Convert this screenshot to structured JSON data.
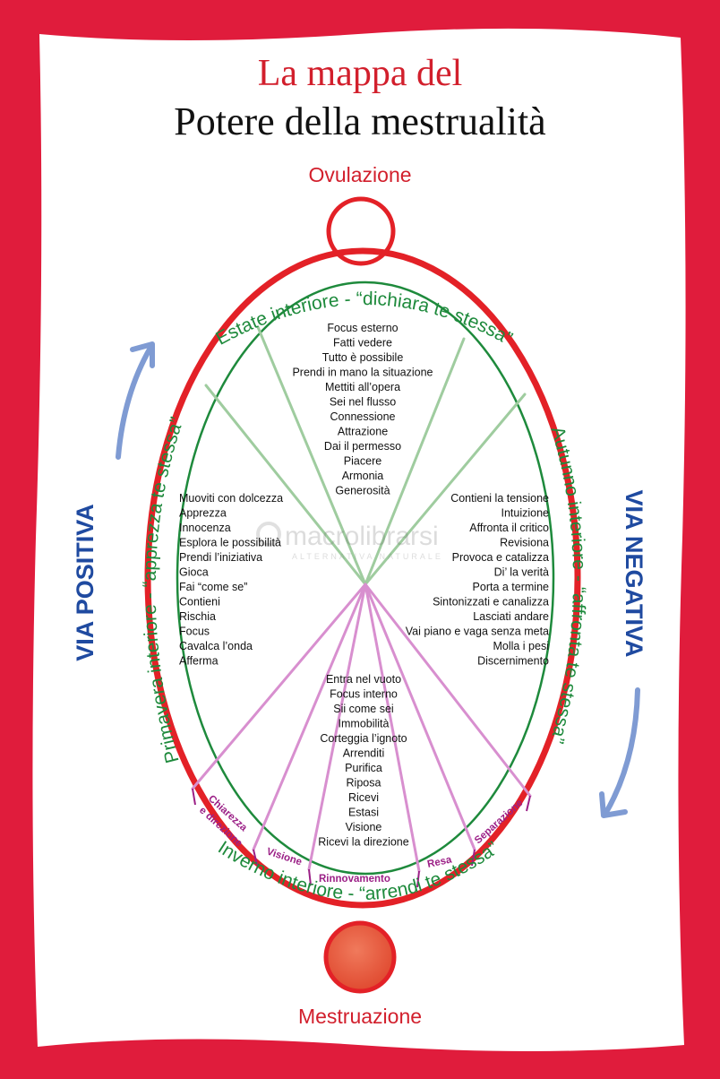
{
  "title": {
    "line1": "La mappa del",
    "line2": "Potere della mestrualità"
  },
  "ovulation_label": "Ovulazione",
  "menstruation_label": "Mestruazione",
  "via_positiva": "VIA POSITIVA",
  "via_negativa": "VIA NEGATIVA",
  "watermark": {
    "brand": "macrolibrarsi",
    "tagline": "ALTERNATIVA NATURALE"
  },
  "seasons": {
    "summer": {
      "label": "Estate interiore - “dichiara te stessa”",
      "items": [
        "Focus esterno",
        "Fatti vedere",
        "Tutto è possibile",
        "Prendi in mano la situazione",
        "Mettiti all’opera",
        "Sei nel flusso",
        "Connessione",
        "Attrazione",
        "Dai il permesso",
        "Piacere",
        "Armonia",
        "Generosità"
      ]
    },
    "autumn": {
      "label": "Autunno interiore - “affronta te stessa”",
      "items": [
        "Contieni la tensione",
        "Intuizione",
        "Affronta il critico",
        "Revisiona",
        "Provoca e catalizza",
        "Di’ la verità",
        "Porta a termine",
        "Sintonizzati e canalizza",
        "Lasciati andare",
        "Vai piano e vaga senza meta",
        "Molla i pesi",
        "Discernimento"
      ]
    },
    "winter": {
      "label": "Inverno interiore - “arrendi te stessa”",
      "items": [
        "Entra nel vuoto",
        "Focus interno",
        "Sii come sei",
        "Immobilità",
        "Corteggia l’ignoto",
        "Arrenditi",
        "Purifica",
        "Riposa",
        "Ricevi",
        "Estasi",
        "Visione",
        "Ricevi la direzione"
      ]
    },
    "spring": {
      "label": "Primavera interiore - “apprezza te stessa”",
      "items": [
        "Muoviti con dolcezza",
        "Apprezza",
        "Innocenza",
        "Esplora le possibilità",
        "Prendi l’iniziativa",
        "Gioca",
        "Fai “come se”",
        "Contieni",
        "Rischia",
        "Focus",
        "Cavalca l’onda",
        "Afferma"
      ]
    }
  },
  "phases": {
    "chiarezza_line1": "Chiarezza",
    "chiarezza_line2": "e direzione",
    "visione": "Visione",
    "rinnovamento": "Rinnovamento",
    "resa": "Resa",
    "separazione": "Separazione"
  },
  "colors": {
    "frame": "#e01c3c",
    "ellipse": "#e32127",
    "green": "#1e8a3c",
    "green_line": "#9fcc9f",
    "pink_line": "#d88fcf",
    "magenta": "#9b1f86",
    "blue": "#1f4aa0",
    "arrow": "#7f9bd3",
    "moon": "#e8573d"
  }
}
